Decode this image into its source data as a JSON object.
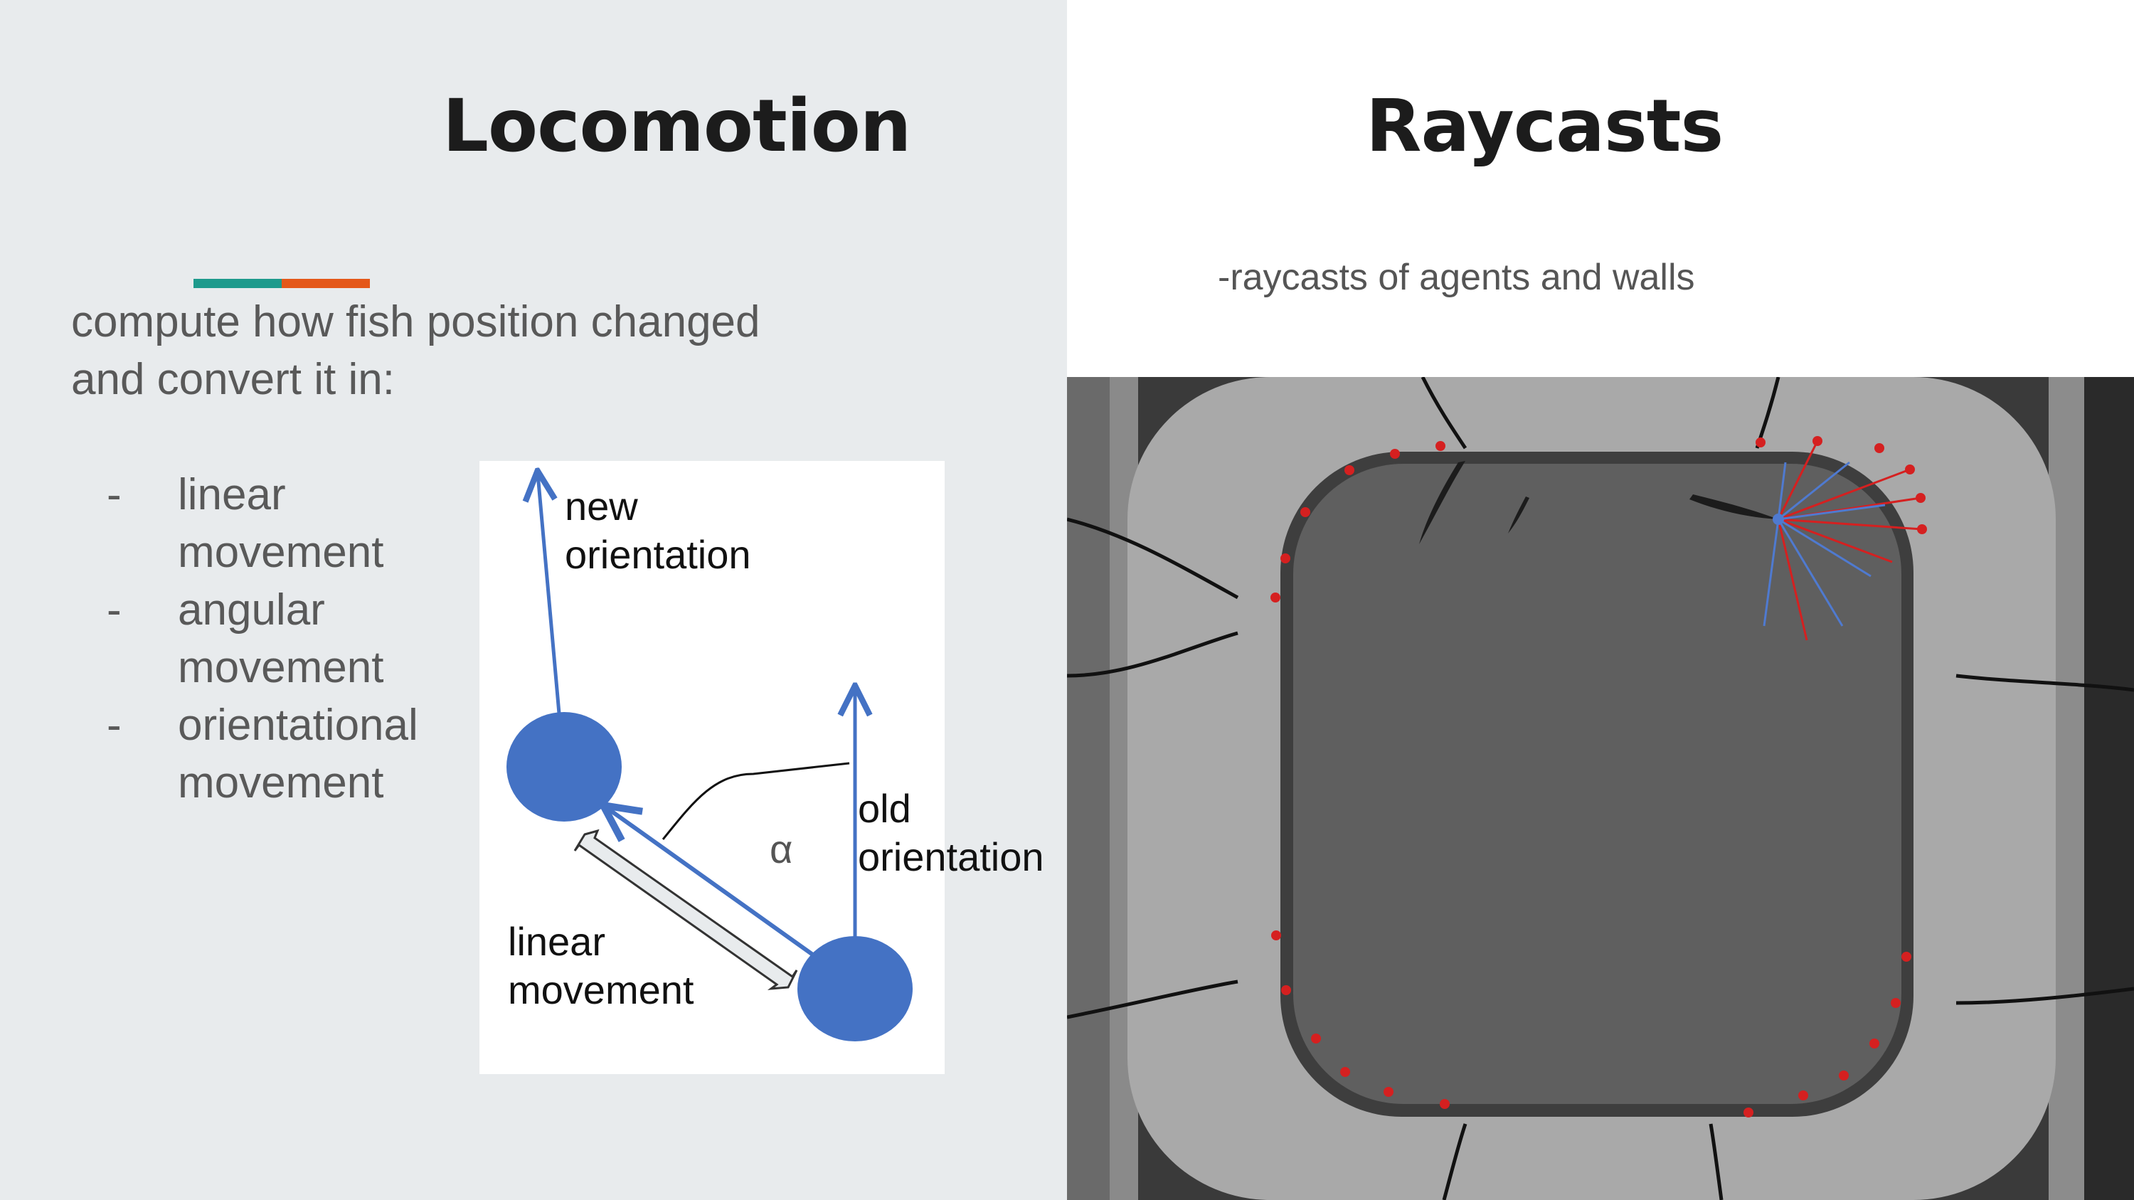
{
  "left": {
    "title": "Locomotion",
    "intro": [
      "compute how fish position changed",
      "and convert it in:"
    ],
    "bullets": [
      {
        "dash": "-",
        "lines": [
          "linear",
          "movement"
        ]
      },
      {
        "dash": "-",
        "lines": [
          "angular",
          "movement"
        ]
      },
      {
        "dash": "-",
        "lines": [
          "orientational",
          "movement"
        ]
      }
    ],
    "accent_colors": [
      "#1e9a8c",
      "#e4581a"
    ],
    "diagram": {
      "new_orientation": [
        "new",
        "orientation"
      ],
      "old_orientation": [
        "old",
        "orientation"
      ],
      "alpha": "α",
      "linear_movement": [
        "linear",
        "movement"
      ],
      "fish_color": "#4472c4"
    }
  },
  "right": {
    "title": "Raycasts",
    "subtitle": "-raycasts of agents and walls",
    "photo": {
      "wall_ray_color": "#d52020",
      "agent_ray_color": "#4f7ad0"
    }
  }
}
